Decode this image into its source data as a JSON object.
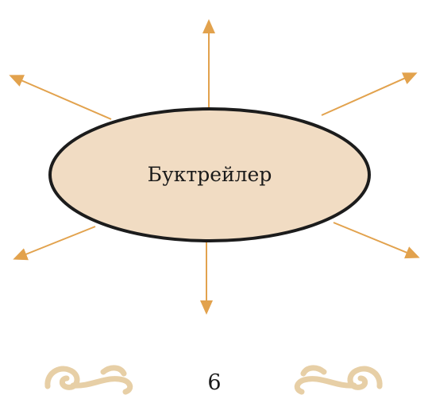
{
  "diagram": {
    "center_label": "Буктрейлер",
    "branch_count": 6,
    "colors": {
      "ellipse_fill": "#f1dcc3",
      "ellipse_stroke": "#1c1c1c",
      "arrow": "#e2a24d",
      "ornament": "#e7cfa6"
    }
  },
  "footer": {
    "page_number": "6"
  }
}
